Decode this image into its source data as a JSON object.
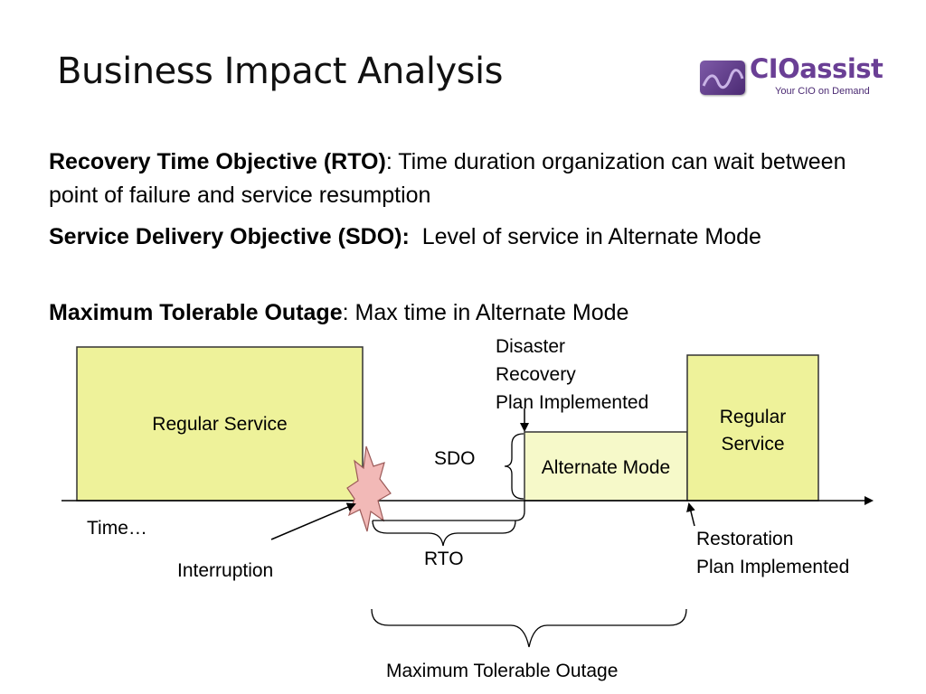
{
  "title": "Business Impact Analysis",
  "logo": {
    "name": "CIOassist",
    "tagline": "Your CIO on Demand",
    "color": "#6a3f95"
  },
  "definitions": [
    {
      "term": "Recovery Time Objective (RTO)",
      "separator": ": ",
      "text": "Time duration organization can wait between point of failure and service resumption"
    },
    {
      "term": "Service Delivery Objective (SDO):",
      "separator": "  ",
      "text": "Level of service in Alternate Mode"
    },
    {
      "term": "Maximum Tolerable Outage",
      "separator": ": ",
      "text": "Max time in Alternate Mode"
    }
  ],
  "diagram": {
    "box_color": "#eef29a",
    "alt_box_color": "#f6f9c9",
    "burst_color": "#f2b9b7",
    "regular_service_left": "Regular Service",
    "alternate_mode": "Alternate Mode",
    "regular_service_right_line1": "Regular",
    "regular_service_right_line2": "Service",
    "disaster_line1": "Disaster",
    "disaster_line2": "Recovery",
    "disaster_line3": "Plan Implemented",
    "sdo": "SDO",
    "time": "Time…",
    "interruption": "Interruption",
    "rto": "RTO",
    "restoration_line1": "Restoration",
    "restoration_line2": "Plan Implemented",
    "mto": "Maximum Tolerable Outage"
  }
}
